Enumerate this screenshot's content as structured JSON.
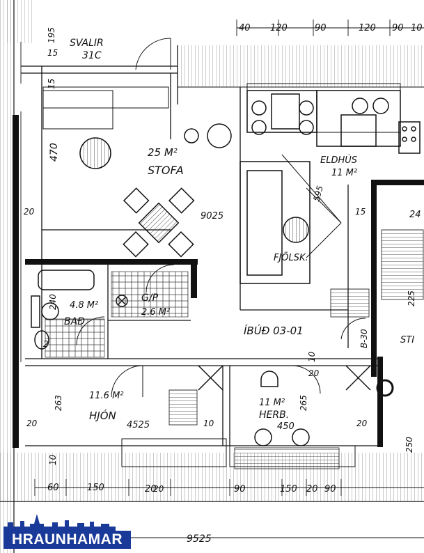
{
  "rooms": {
    "svalir": {
      "name": "SVALIR",
      "size": "31C"
    },
    "stofa": {
      "name": "STOFA",
      "area": "25 M²"
    },
    "eldhus": {
      "name": "ELDHÚS",
      "area": "11 M²"
    },
    "fjolsk": {
      "name": "FJÖLSK."
    },
    "bad": {
      "name": "BAÐ",
      "area": "4.8 M²"
    },
    "gp": {
      "name": "G/P",
      "area": "2.6 M²"
    },
    "hjon": {
      "name": "HJÓN",
      "area": "11.6 M²"
    },
    "herb": {
      "name": "HERB.",
      "area": "11 M²"
    },
    "ibud": {
      "name": "ÍBÚÐ 03-01"
    },
    "sti": {
      "name": "STI"
    },
    "b30": {
      "name": "B-30"
    }
  },
  "dimensions": {
    "top": [
      "40",
      "120",
      "90",
      "120",
      "90",
      "10"
    ],
    "bottom": [
      "60",
      "150",
      "20",
      "90",
      "150",
      "20",
      "90"
    ],
    "total_width": "9525",
    "hjon_width": "4525",
    "herb_width": "450",
    "d195": "195",
    "d15a": "15",
    "d15b": "15",
    "d15c": "15",
    "d470": "470",
    "d20a": "20",
    "d20b": "20",
    "d20c": "20",
    "d20d": "20",
    "d20e": "20",
    "d240": "240",
    "d2": "2",
    "d9025": "9025",
    "d595": "595",
    "d263": "263",
    "d10a": "10",
    "d10b": "10",
    "d10c": "10",
    "d265": "265",
    "d250": "250",
    "d225": "225",
    "d24": "24"
  },
  "logo": {
    "text": "HRAUNHAMAR",
    "color": "#1a3a9a"
  }
}
